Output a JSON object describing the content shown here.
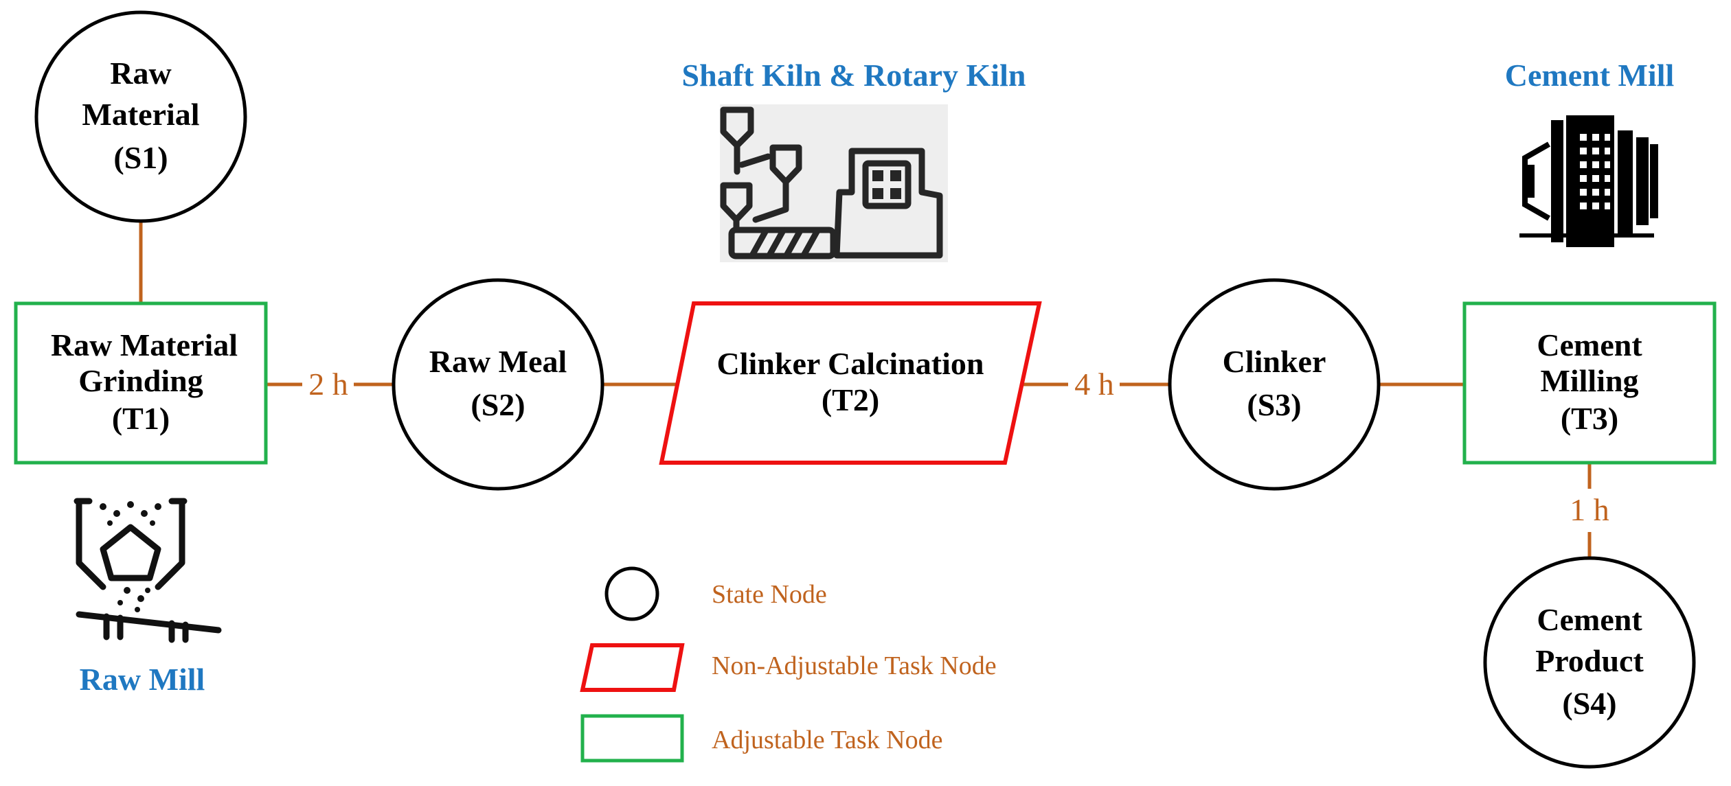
{
  "colors": {
    "edge": "#C0631E",
    "equipment_label": "#1F78C1",
    "state_stroke": "#000000",
    "adjustable_task": "#22B14C",
    "non_adjustable_task": "#EE1111",
    "legend_text": "#C0631E"
  },
  "nodes": {
    "s1": {
      "lines": [
        "Raw",
        "Material",
        "(S1)"
      ]
    },
    "t1": {
      "lines": [
        "Raw Material",
        "Grinding",
        "(T1)"
      ]
    },
    "s2": {
      "lines": [
        "Raw Meal",
        "(S2)"
      ]
    },
    "t2": {
      "lines": [
        "Clinker Calcination",
        "(T2)"
      ]
    },
    "s3": {
      "lines": [
        "Clinker",
        "(S3)"
      ]
    },
    "t3": {
      "lines": [
        "Cement",
        "Milling",
        "(T3)"
      ]
    },
    "s4": {
      "lines": [
        "Cement",
        "Product",
        "(S4)"
      ]
    }
  },
  "edge_labels": {
    "t1_s2": "2 h",
    "t2_s3": "4 h",
    "t3_s4": "1 h"
  },
  "equipment": {
    "raw_mill": {
      "label": "Raw Mill",
      "icon": "raw-mill-icon"
    },
    "kiln": {
      "label": "Shaft Kiln & Rotary Kiln",
      "icon": "kiln-icon"
    },
    "cement_mill": {
      "label": "Cement Mill",
      "icon": "cement-mill-icon"
    }
  },
  "legend": {
    "state": "State Node",
    "non_adjustable": "Non-Adjustable Task Node",
    "adjustable": "Adjustable Task Node"
  }
}
